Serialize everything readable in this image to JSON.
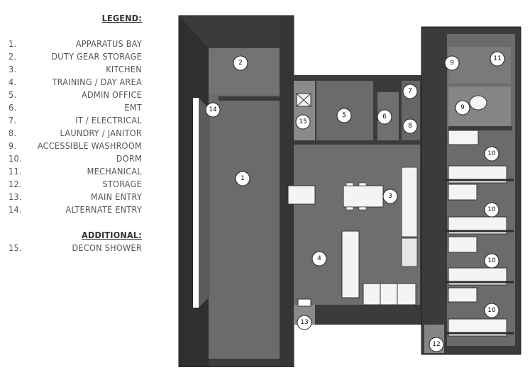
{
  "legend": {
    "title": "LEGEND:",
    "items": [
      {
        "num": "1.",
        "label": "APPARATUS BAY"
      },
      {
        "num": "2.",
        "label": "DUTY GEAR STORAGE"
      },
      {
        "num": "3.",
        "label": "KITCHEN"
      },
      {
        "num": "4.",
        "label": "TRAINING / DAY AREA"
      },
      {
        "num": "5.",
        "label": "ADMIN OFFICE"
      },
      {
        "num": "6.",
        "label": "EMT"
      },
      {
        "num": "7.",
        "label": "IT / ELECTRICAL"
      },
      {
        "num": "8.",
        "label": "LAUNDRY / JANITOR"
      },
      {
        "num": "9.",
        "label": "ACCESSIBLE WASHROOM"
      },
      {
        "num": "10.",
        "label": "DORM"
      },
      {
        "num": "11.",
        "label": "MECHANICAL"
      },
      {
        "num": "12.",
        "label": "STORAGE"
      },
      {
        "num": "13.",
        "label": "MAIN ENTRY"
      },
      {
        "num": "14.",
        "label": "ALTERNATE ENTRY"
      }
    ],
    "additional_title": "ADDITIONAL:",
    "additional_items": [
      {
        "num": "15.",
        "label": "DECON SHOWER"
      }
    ]
  },
  "callouts": [
    "1",
    "2",
    "3",
    "4",
    "5",
    "6",
    "7",
    "8",
    "9",
    "9",
    "10",
    "10",
    "10",
    "10",
    "11",
    "12",
    "13",
    "14",
    "15"
  ],
  "colors": {
    "wall_dark": "#3b3b3d",
    "floor_gray": "#6b6b6d",
    "floor_light": "#858587",
    "furniture": "#f4f4f4"
  }
}
